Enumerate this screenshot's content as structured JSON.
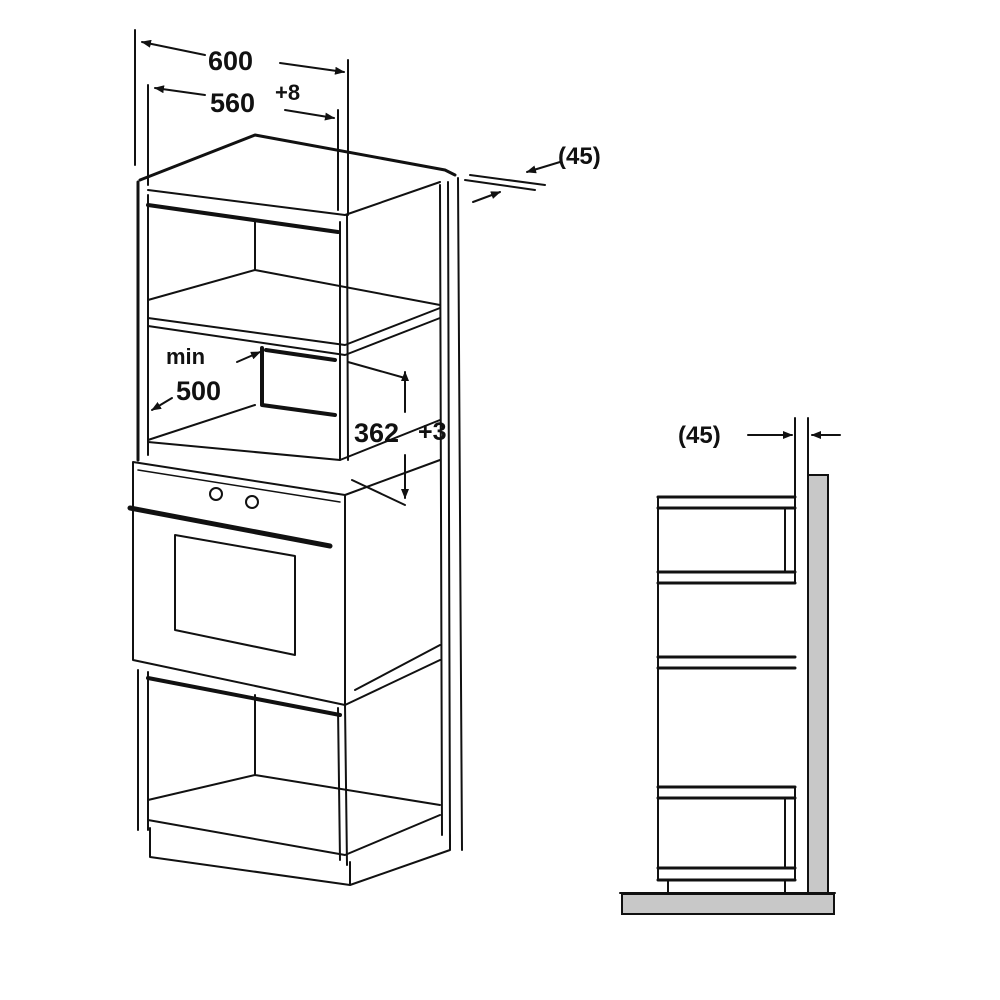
{
  "dimensions": {
    "outer_width": "600",
    "inner_width": "560",
    "inner_width_tolerance": "+8",
    "rear_gap_top": "(45)",
    "min_label": "min",
    "min_depth": "500",
    "opening_height": "362",
    "opening_height_tolerance": "+3",
    "rear_gap_side": "(45)"
  },
  "colors": {
    "line": "#111111",
    "wall_fill": "#c8c8c8"
  }
}
